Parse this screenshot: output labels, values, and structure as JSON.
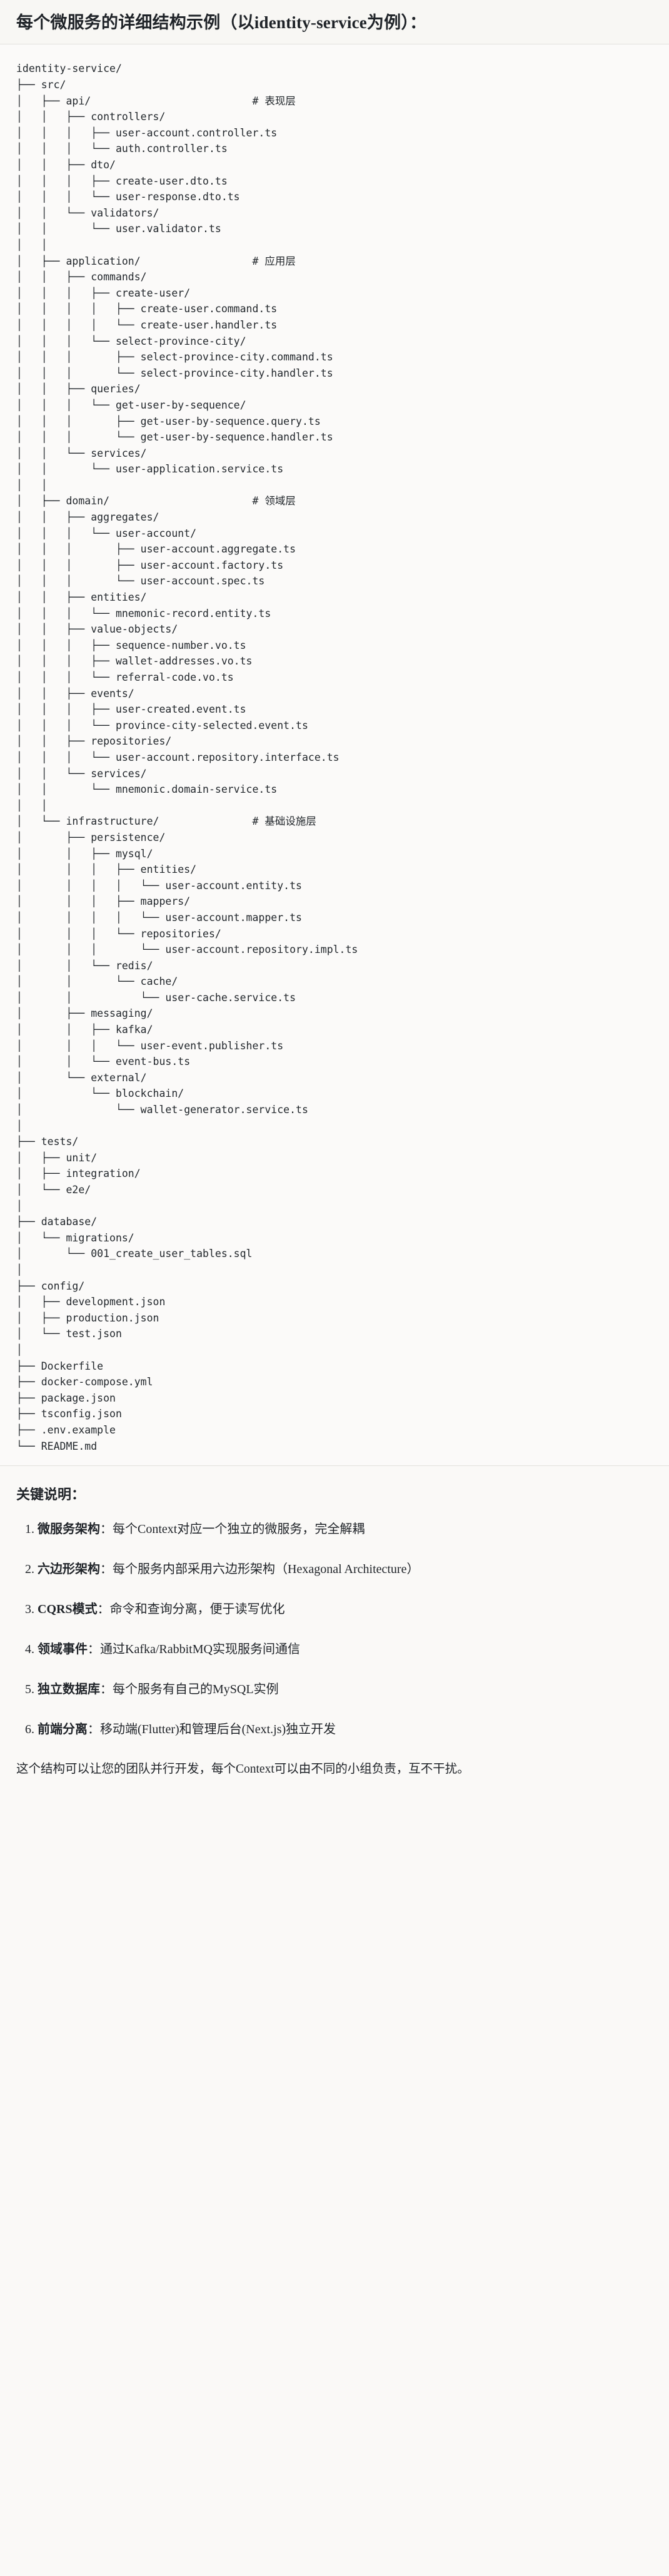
{
  "header": {
    "title": "每个微服务的详细结构示例（以identity-service为例）："
  },
  "tree": {
    "label": "identity-service directory tree",
    "text": "identity-service/\n├── src/\n│   ├── api/                          # 表现层\n│   │   ├── controllers/\n│   │   │   ├── user-account.controller.ts\n│   │   │   └── auth.controller.ts\n│   │   ├── dto/\n│   │   │   ├── create-user.dto.ts\n│   │   │   └── user-response.dto.ts\n│   │   └── validators/\n│   │       └── user.validator.ts\n│   │\n│   ├── application/                  # 应用层\n│   │   ├── commands/\n│   │   │   ├── create-user/\n│   │   │   │   ├── create-user.command.ts\n│   │   │   │   └── create-user.handler.ts\n│   │   │   └── select-province-city/\n│   │   │       ├── select-province-city.command.ts\n│   │   │       └── select-province-city.handler.ts\n│   │   ├── queries/\n│   │   │   └── get-user-by-sequence/\n│   │   │       ├── get-user-by-sequence.query.ts\n│   │   │       └── get-user-by-sequence.handler.ts\n│   │   └── services/\n│   │       └── user-application.service.ts\n│   │\n│   ├── domain/                       # 领域层\n│   │   ├── aggregates/\n│   │   │   └── user-account/\n│   │   │       ├── user-account.aggregate.ts\n│   │   │       ├── user-account.factory.ts\n│   │   │       └── user-account.spec.ts\n│   │   ├── entities/\n│   │   │   └── mnemonic-record.entity.ts\n│   │   ├── value-objects/\n│   │   │   ├── sequence-number.vo.ts\n│   │   │   ├── wallet-addresses.vo.ts\n│   │   │   └── referral-code.vo.ts\n│   │   ├── events/\n│   │   │   ├── user-created.event.ts\n│   │   │   └── province-city-selected.event.ts\n│   │   ├── repositories/\n│   │   │   └── user-account.repository.interface.ts\n│   │   └── services/\n│   │       └── mnemonic.domain-service.ts\n│   │\n│   └── infrastructure/               # 基础设施层\n│       ├── persistence/\n│       │   ├── mysql/\n│       │   │   ├── entities/\n│       │   │   │   └── user-account.entity.ts\n│       │   │   ├── mappers/\n│       │   │   │   └── user-account.mapper.ts\n│       │   │   └── repositories/\n│       │   │       └── user-account.repository.impl.ts\n│       │   └── redis/\n│       │       └── cache/\n│       │           └── user-cache.service.ts\n│       ├── messaging/\n│       │   ├── kafka/\n│       │   │   └── user-event.publisher.ts\n│       │   └── event-bus.ts\n│       └── external/\n│           └── blockchain/\n│               └── wallet-generator.service.ts\n│\n├── tests/\n│   ├── unit/\n│   ├── integration/\n│   └── e2e/\n│\n├── database/\n│   └── migrations/\n│       └── 001_create_user_tables.sql\n│\n├── config/\n│   ├── development.json\n│   ├── production.json\n│   └── test.json\n│\n├── Dockerfile\n├── docker-compose.yml\n├── package.json\n├── tsconfig.json\n├── .env.example\n└── README.md"
  },
  "keys": {
    "title": "关键说明：",
    "items": [
      {
        "term": "微服务架构",
        "sep": "：",
        "desc": "每个Context对应一个独立的微服务，完全解耦"
      },
      {
        "term": "六边形架构",
        "sep": "：",
        "desc": "每个服务内部采用六边形架构（Hexagonal Architecture）"
      },
      {
        "term": "CQRS模式",
        "sep": "：",
        "desc": "命令和查询分离，便于读写优化"
      },
      {
        "term": "领域事件",
        "sep": "：",
        "desc": "通过Kafka/RabbitMQ实现服务间通信"
      },
      {
        "term": "独立数据库",
        "sep": "：",
        "desc": "每个服务有自己的MySQL实例"
      },
      {
        "term": "前端分离",
        "sep": "：",
        "desc": "移动端(Flutter)和管理后台(Next.js)独立开发"
      }
    ],
    "footer": "这个结构可以让您的团队并行开发，每个Context可以由不同的小组负责，互不干扰。"
  }
}
